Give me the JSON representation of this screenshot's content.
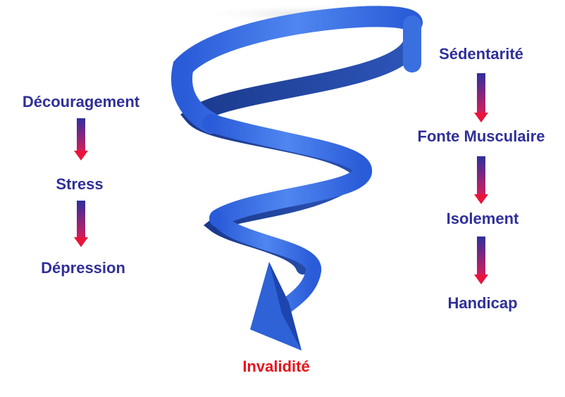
{
  "left_chain": [
    "Découragement",
    "Stress",
    "Dépression"
  ],
  "right_chain": [
    "Sédentarité",
    "Fonte Musculaire",
    "Isolement",
    "Handicap"
  ],
  "outcome": "Invalidité",
  "colors": {
    "label": "#30309a",
    "outcome": "#e8141c",
    "arrow_top": "#2f2f9e",
    "arrow_bottom": "#e8143c",
    "spiral": "#3a6fe0",
    "spiral_dark": "#1f3f9a"
  }
}
